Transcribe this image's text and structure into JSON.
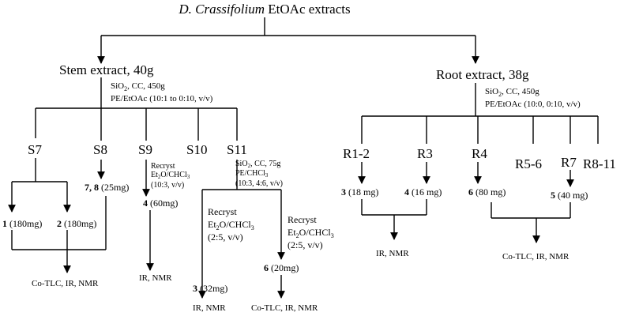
{
  "title": {
    "italic": "D. Crassifolium",
    "rest": " EtOAc extracts"
  },
  "stem": {
    "label": "Stem extract, 40g",
    "cc_line1": "SiO",
    "cc_line1_sub": "2",
    "cc_line1_rest": ", CC, 450g",
    "cc_line2": "PE/EtOAc (10:1 to 0:10, v/v)",
    "fractions": [
      "S7",
      "S8",
      "S9",
      "S10",
      "S11"
    ],
    "s7_products": [
      {
        "bold": "1",
        "text": " (180mg)"
      },
      {
        "bold": "2",
        "text": " (180mg)"
      }
    ],
    "s8_product": {
      "bold": "7, 8",
      "text": " (25mg)"
    },
    "s9_recryst": {
      "line1": "Recryst",
      "line2a": "Et",
      "line2b": "2",
      "line2c": "O/CHCl",
      "line2d": "3",
      "line3": "(10:3,  v/v)"
    },
    "s9_product": {
      "bold": "4",
      "text": " (60mg)"
    },
    "s11_cc": {
      "line1a": "SiO",
      "line1b": "2",
      "line1c": ", CC, 75g",
      "line2a": "PE/CHCl",
      "line2b": "3",
      "line3": "(10:3,  4:6, v/v)"
    },
    "s11_recryst_left": {
      "line1": "Recryst",
      "line2a": "Et",
      "line2b": "2",
      "line2c": "O/CHCl",
      "line2d": "3",
      "line3": "(2:5, v/v)"
    },
    "s11_recryst_right": {
      "line1": "Recryst",
      "line2a": "Et",
      "line2b": "2",
      "line2c": "O/CHCl",
      "line2d": "3",
      "line3": "(2:5, v/v)"
    },
    "s11_product_left": {
      "bold": "3",
      "text": " (32mg)"
    },
    "s11_product_right": {
      "bold": "6",
      "text": " (20mg)"
    },
    "analysis_s7s8": "Co-TLC, IR, NMR",
    "analysis_s9": "IR, NMR",
    "analysis_s11_left": "IR, NMR",
    "analysis_s11_right": "Co-TLC, IR, NMR"
  },
  "root": {
    "label": "Root extract, 38g",
    "cc_line1": "SiO",
    "cc_line1_sub": "2",
    "cc_line1_rest": ", CC, 450g",
    "cc_line2": "PE/EtOAc (10:0, 0:10, v/v)",
    "fractions": [
      "R1-2",
      "R3",
      "R4",
      "R5-6",
      "R7",
      "R8-11"
    ],
    "r12_product": {
      "bold": "3",
      "text": " (18 mg)"
    },
    "r3_product": {
      "bold": "4",
      "text": " (16 mg)"
    },
    "r4_product": {
      "bold": "6",
      "text": " (80 mg)"
    },
    "r7_product": {
      "bold": "5",
      "text": " (40 mg)"
    },
    "analysis_left": "IR, NMR",
    "analysis_right": "Co-TLC, IR, NMR"
  }
}
